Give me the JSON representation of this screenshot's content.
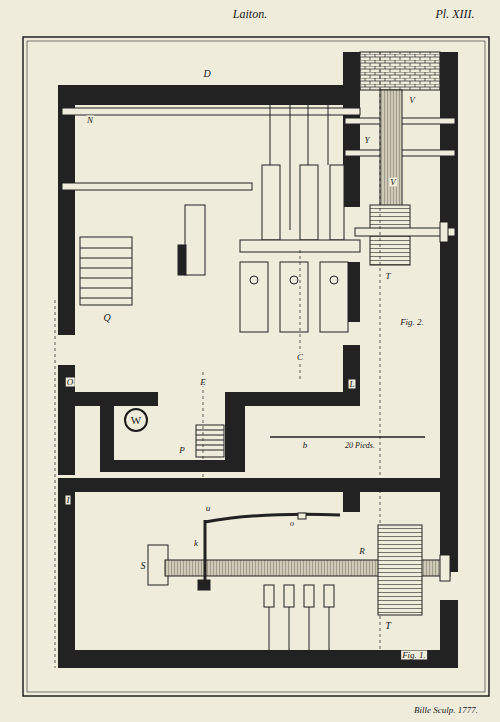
{
  "diagram": {
    "title": "Laiton.",
    "nodes": [
      {
        "text": [
          "W"
        ]
      }
    ],
    "labels": [
      "Pl. XIII.",
      "D",
      "N",
      "Q",
      "O",
      "E",
      "L",
      "C",
      "V",
      "Y",
      "V",
      "T",
      "Fig. 2.",
      "P",
      "b",
      "20 Pieds.",
      "I",
      "u",
      "o",
      "k",
      "S",
      "R",
      "T",
      "Fig. 1.",
      "Bille Sculp. 1777."
    ]
  }
}
